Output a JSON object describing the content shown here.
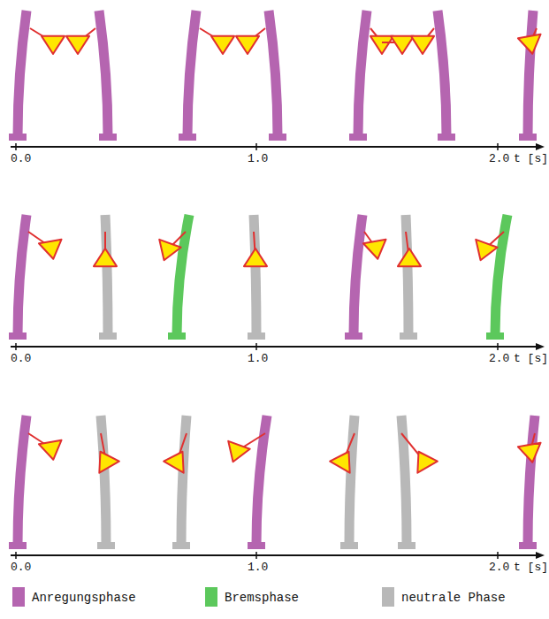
{
  "diagram": {
    "labels": [
      "0.0",
      "1.0",
      "2.0",
      "t [s]",
      "0.0",
      "1.0",
      "2.0",
      "t [s]",
      "0.0",
      "1.0",
      "2.0",
      "t [s]"
    ],
    "legend": [
      {
        "text": "Anregungsphase",
        "color": "#b565b0"
      },
      {
        "text": "Bremsphase",
        "color": "#5cc85c"
      },
      {
        "text": "neutrale Phase",
        "color": "#b8b8b8"
      }
    ]
  }
}
